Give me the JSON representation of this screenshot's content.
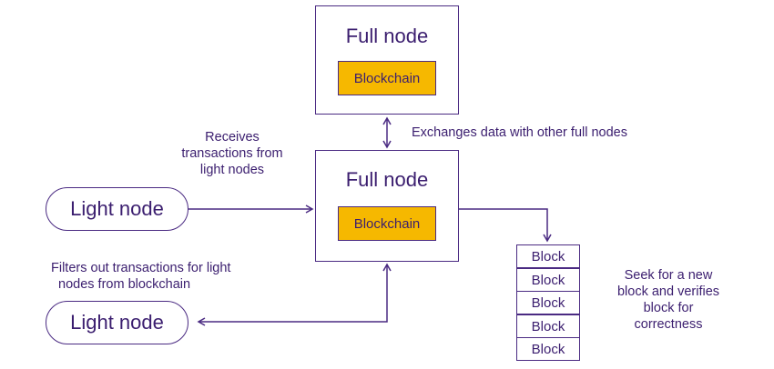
{
  "diagram": {
    "top_full_node": {
      "title": "Full node",
      "blockchain": "Blockchain"
    },
    "main_full_node": {
      "title": "Full node",
      "blockchain": "Blockchain"
    },
    "light_node_top": "Light node",
    "light_node_bottom": "Light node",
    "labels": {
      "exchanges": "Exchanges data with other full nodes",
      "receives_line1": "Receives",
      "receives_line2": "transactions from",
      "receives_line3": "light nodes",
      "filters_line1": "Filters out  transactions for light",
      "filters_line2": "nodes from blockchain",
      "seek_line1": "Seek for a new",
      "seek_line2": "block and verifies",
      "seek_line3": "block for",
      "seek_line4": "correctness"
    },
    "blocks": [
      "Block",
      "Block",
      "Block",
      "Block",
      "Block"
    ],
    "colors": {
      "stroke": "#4a2a82",
      "text": "#3b1e6f",
      "blockchain_fill": "#f6b800"
    }
  }
}
